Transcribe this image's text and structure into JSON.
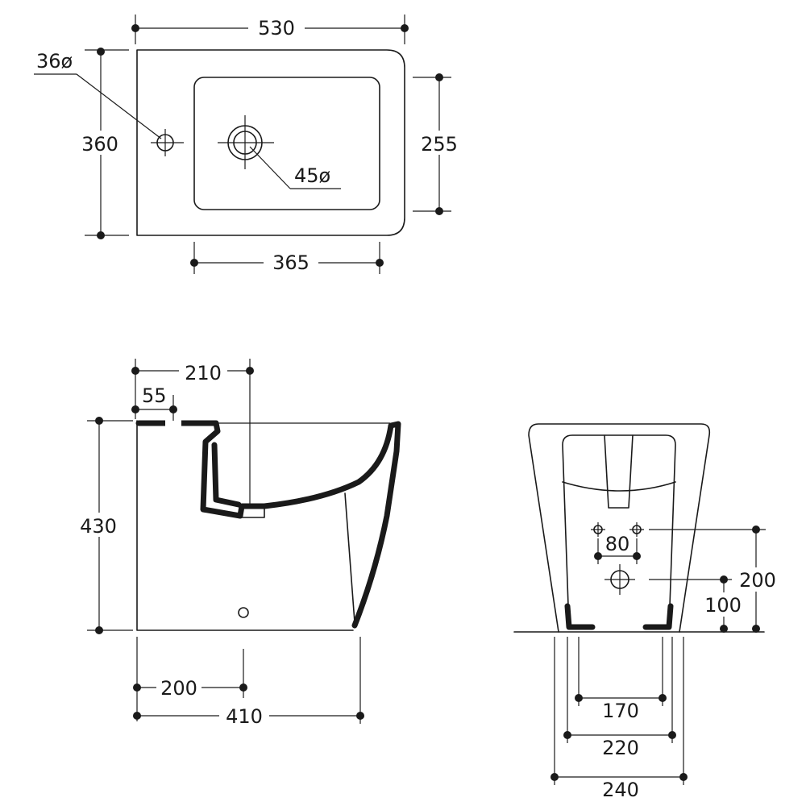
{
  "top_view": {
    "width": "530",
    "depth": "360",
    "basin_depth": "255",
    "basin_width": "365",
    "tap_hole_diameter": "36ø",
    "waste_diameter": "45ø"
  },
  "side_view": {
    "to_waste": "210",
    "to_tap": "55",
    "height": "430",
    "to_inlet": "200",
    "length": "410"
  },
  "back_view": {
    "fixing_spacing": "80",
    "fixing_height": "200",
    "waste_height": "100",
    "foot_inner": "170",
    "foot_mid": "220",
    "foot_outer": "240"
  },
  "colors": {
    "line": "#1a1a1a",
    "background": "#ffffff"
  }
}
